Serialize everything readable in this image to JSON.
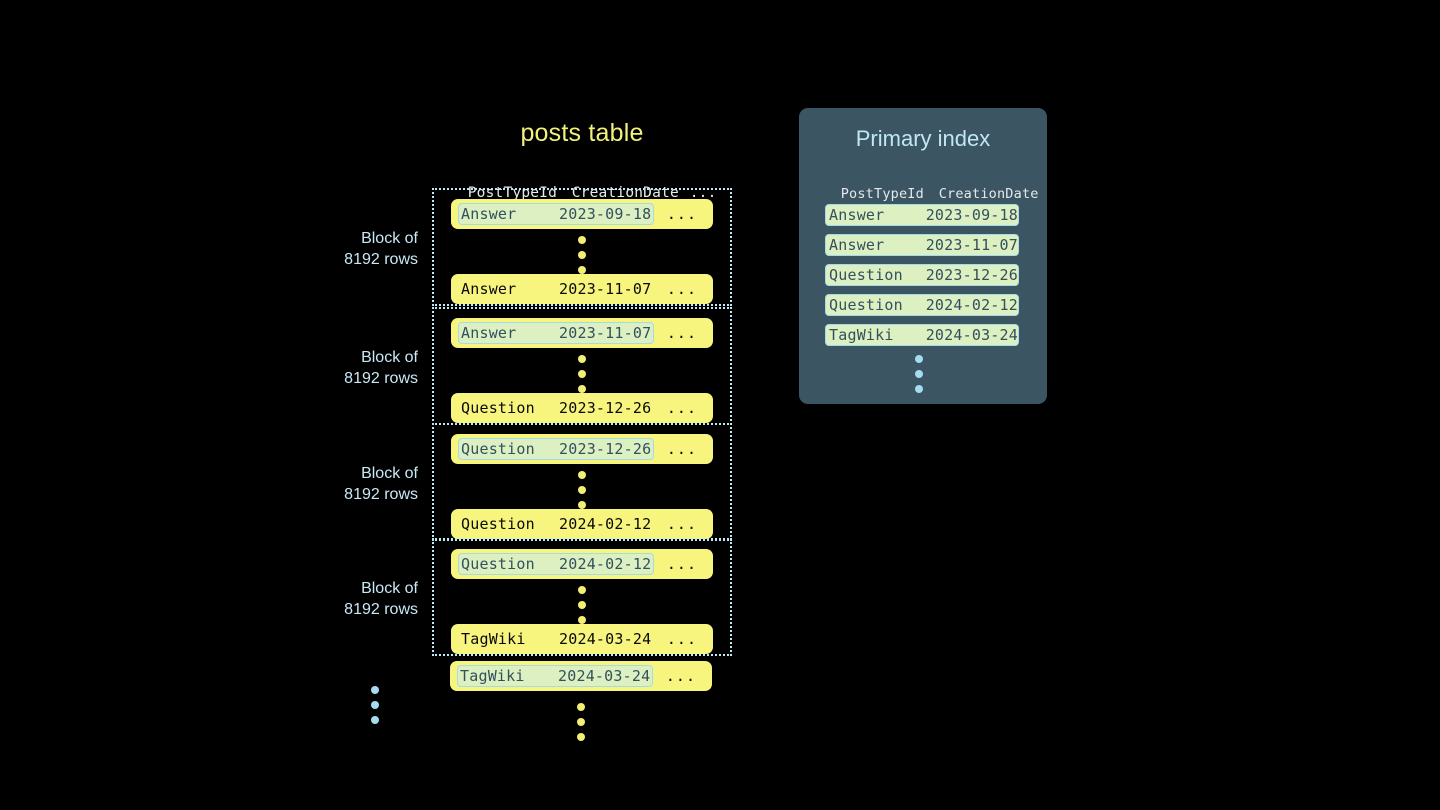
{
  "background_color": "#000000",
  "colors": {
    "row_fill": "#f7f57e",
    "highlight_fill": "#dcf0c2",
    "highlight_border": "#a5dbe8",
    "highlight_text": "#33505f",
    "block_outline": "#bfe9f5",
    "panel_fill": "#3b5562",
    "title_yellow": "#f2f27a",
    "title_cyan": "#bfe7f5",
    "dot_yellow": "#f2ef74",
    "dot_blue": "#a5dcf0"
  },
  "posts_table": {
    "title": "posts table",
    "columns": {
      "post_type_id": "PostTypeId",
      "creation_date": "CreationDate",
      "more": "..."
    },
    "ellipsis": "...",
    "blocks": [
      {
        "label_line1": "Block of",
        "label_line2": "8192 rows",
        "first_row": {
          "post_type_id": "Answer",
          "creation_date": "2023-09-18",
          "highlighted": true
        },
        "last_row": {
          "post_type_id": "Answer",
          "creation_date": "2023-11-07",
          "highlighted": false
        }
      },
      {
        "label_line1": "Block of",
        "label_line2": "8192 rows",
        "first_row": {
          "post_type_id": "Answer",
          "creation_date": "2023-11-07",
          "highlighted": true
        },
        "last_row": {
          "post_type_id": "Question",
          "creation_date": "2023-12-26",
          "highlighted": false
        }
      },
      {
        "label_line1": "Block of",
        "label_line2": "8192 rows",
        "first_row": {
          "post_type_id": "Question",
          "creation_date": "2023-12-26",
          "highlighted": true
        },
        "last_row": {
          "post_type_id": "Question",
          "creation_date": "2024-02-12",
          "highlighted": false
        }
      },
      {
        "label_line1": "Block of",
        "label_line2": "8192 rows",
        "first_row": {
          "post_type_id": "Question",
          "creation_date": "2024-02-12",
          "highlighted": true
        },
        "last_row": {
          "post_type_id": "TagWiki",
          "creation_date": "2024-03-24",
          "highlighted": false
        }
      }
    ],
    "trailing_row": {
      "post_type_id": "TagWiki",
      "creation_date": "2024-03-24",
      "highlighted": true
    }
  },
  "primary_index": {
    "title": "Primary index",
    "columns": {
      "post_type_id": "PostTypeId",
      "creation_date": "CreationDate"
    },
    "entries": [
      {
        "post_type_id": "Answer",
        "creation_date": "2023-09-18"
      },
      {
        "post_type_id": "Answer",
        "creation_date": "2023-11-07"
      },
      {
        "post_type_id": "Question",
        "creation_date": "2023-12-26"
      },
      {
        "post_type_id": "Question",
        "creation_date": "2024-02-12"
      },
      {
        "post_type_id": "TagWiki",
        "creation_date": "2024-03-24"
      }
    ]
  }
}
